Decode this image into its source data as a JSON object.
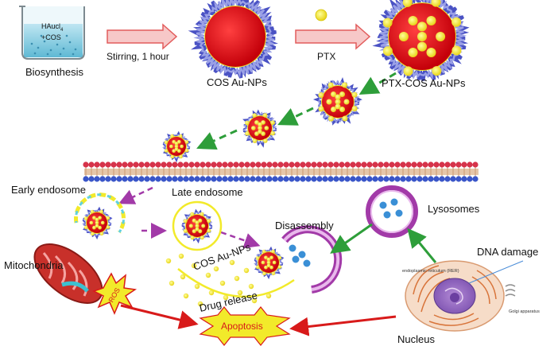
{
  "labels": {
    "beaker_line1": "HAucl",
    "beaker_sub": "4",
    "beaker_line2": "+COS",
    "biosynthesis": "Biosynthesis",
    "stirring": "Stirring, 1 hour",
    "cos_au_nps": "COS Au-NPs",
    "ptx": "PTX",
    "ptx_cos_au_nps": "PTX-COS Au-NPs",
    "early_endosome": "Early endosome",
    "late_endosome": "Late endosome",
    "lysosomes": "Lysosomes",
    "disassembly": "Disassembly",
    "cos_au_nps_2": "COS Au-NPs",
    "drug_release": "Drug release",
    "mitochondria": "Mitochondria",
    "ros": "ROS",
    "apoptosis": "Apoptosis",
    "dna_damage": "DNA damage",
    "nucleus": "Nucleus",
    "er_label": "endoplasmic reticulum (RER)",
    "golgi_label": "Golgi apparatus"
  },
  "colors": {
    "gold_core": "#e8131b",
    "coating": "#4a52c4",
    "ptx_dot": "#f2ea2a",
    "process_arrow": "#f08a8a",
    "uptake_arrow": "#2e9e3a",
    "endosome_arrow": "#a23aa8",
    "apoptosis_arrow": "#d81a1a",
    "lysosome_ring": "#a23aa8",
    "membrane_head_red": "#d6334a",
    "membrane_head_blue": "#3a56c9"
  }
}
